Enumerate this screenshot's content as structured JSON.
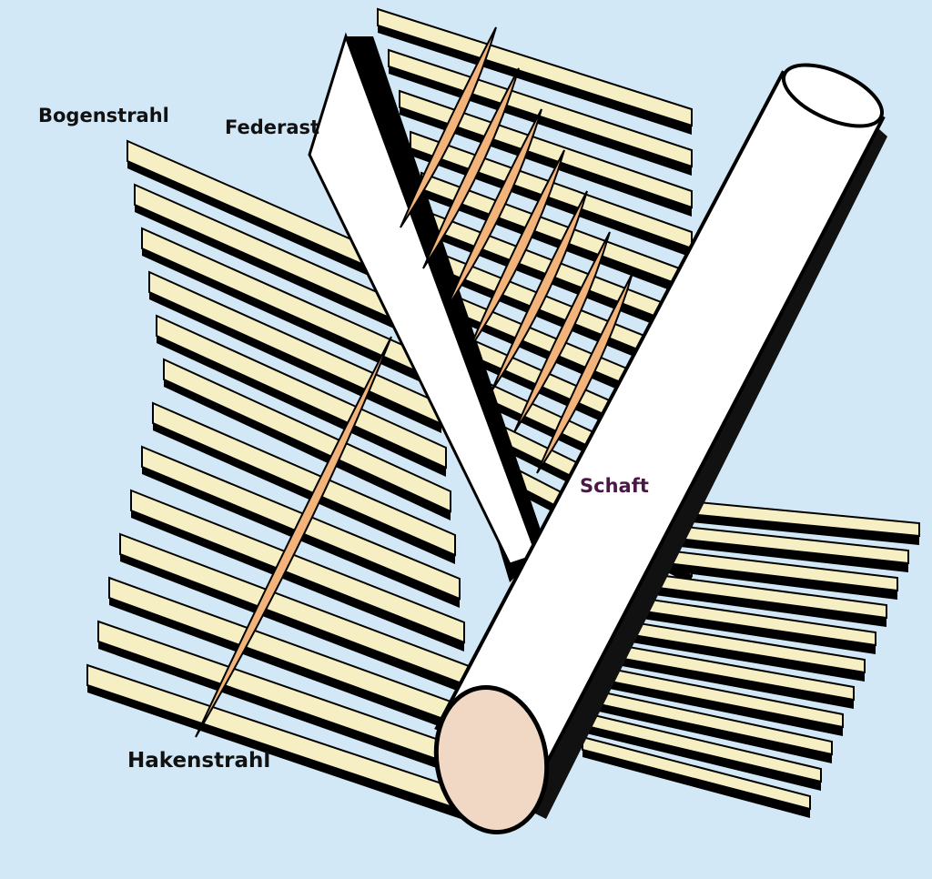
{
  "labels": {
    "bogenstrahl": "Bogenstrahl",
    "federast": "Federast",
    "schaft": "Schaft",
    "hakenstrahl": "Hakenstrahl"
  },
  "colors": {
    "background": "#d3e8f6",
    "barb": "#f7efc4",
    "hooklet": "#f2b47a",
    "shaft": "#ffffff",
    "shaft_cut": "#f0d8c4",
    "schaft_label": "#4a1747"
  }
}
